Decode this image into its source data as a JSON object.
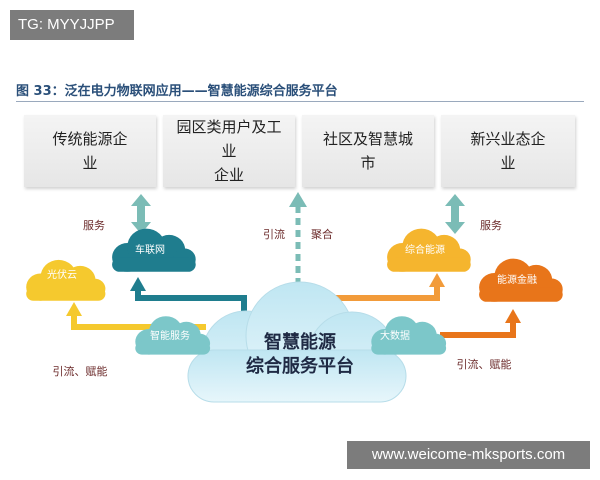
{
  "watermark_top": "TG: MYYJJPP",
  "watermark_bottom": "www.weicome-mksports.com",
  "figure_title": "图 33：泛在电力物联网应用——智慧能源综合服务平台",
  "categories": [
    {
      "line1": "传统能源企",
      "line2": "业"
    },
    {
      "line1": "园区类用户及工业",
      "line2": "企业"
    },
    {
      "line1": "社区及智慧城",
      "line2": "市"
    },
    {
      "line1": "新兴业态企",
      "line2": "业"
    }
  ],
  "core": {
    "line1": "智慧能源",
    "line2": "综合服务平台"
  },
  "clouds": {
    "pv": "光伏云",
    "vehicle": "车联网",
    "smart_service": "智能服务",
    "integrated_energy": "综合能源",
    "energy_finance": "能源金融",
    "big_data": "大数据"
  },
  "labels": {
    "service_left": "服务",
    "service_right": "服务",
    "diversion_center": "引流",
    "aggregation_center": "聚合",
    "diversion_empower_left": "引流、赋能",
    "diversion_empower_right": "引流、赋能"
  },
  "colors": {
    "teal": "#1f7d8e",
    "light_teal": "#7cc7c9",
    "yellow": "#f5c92e",
    "orange": "#f39a2a",
    "deep_orange": "#e8751a",
    "arrow_teal": "#7bbcb6",
    "arrow_orange": "#f29b3a"
  }
}
